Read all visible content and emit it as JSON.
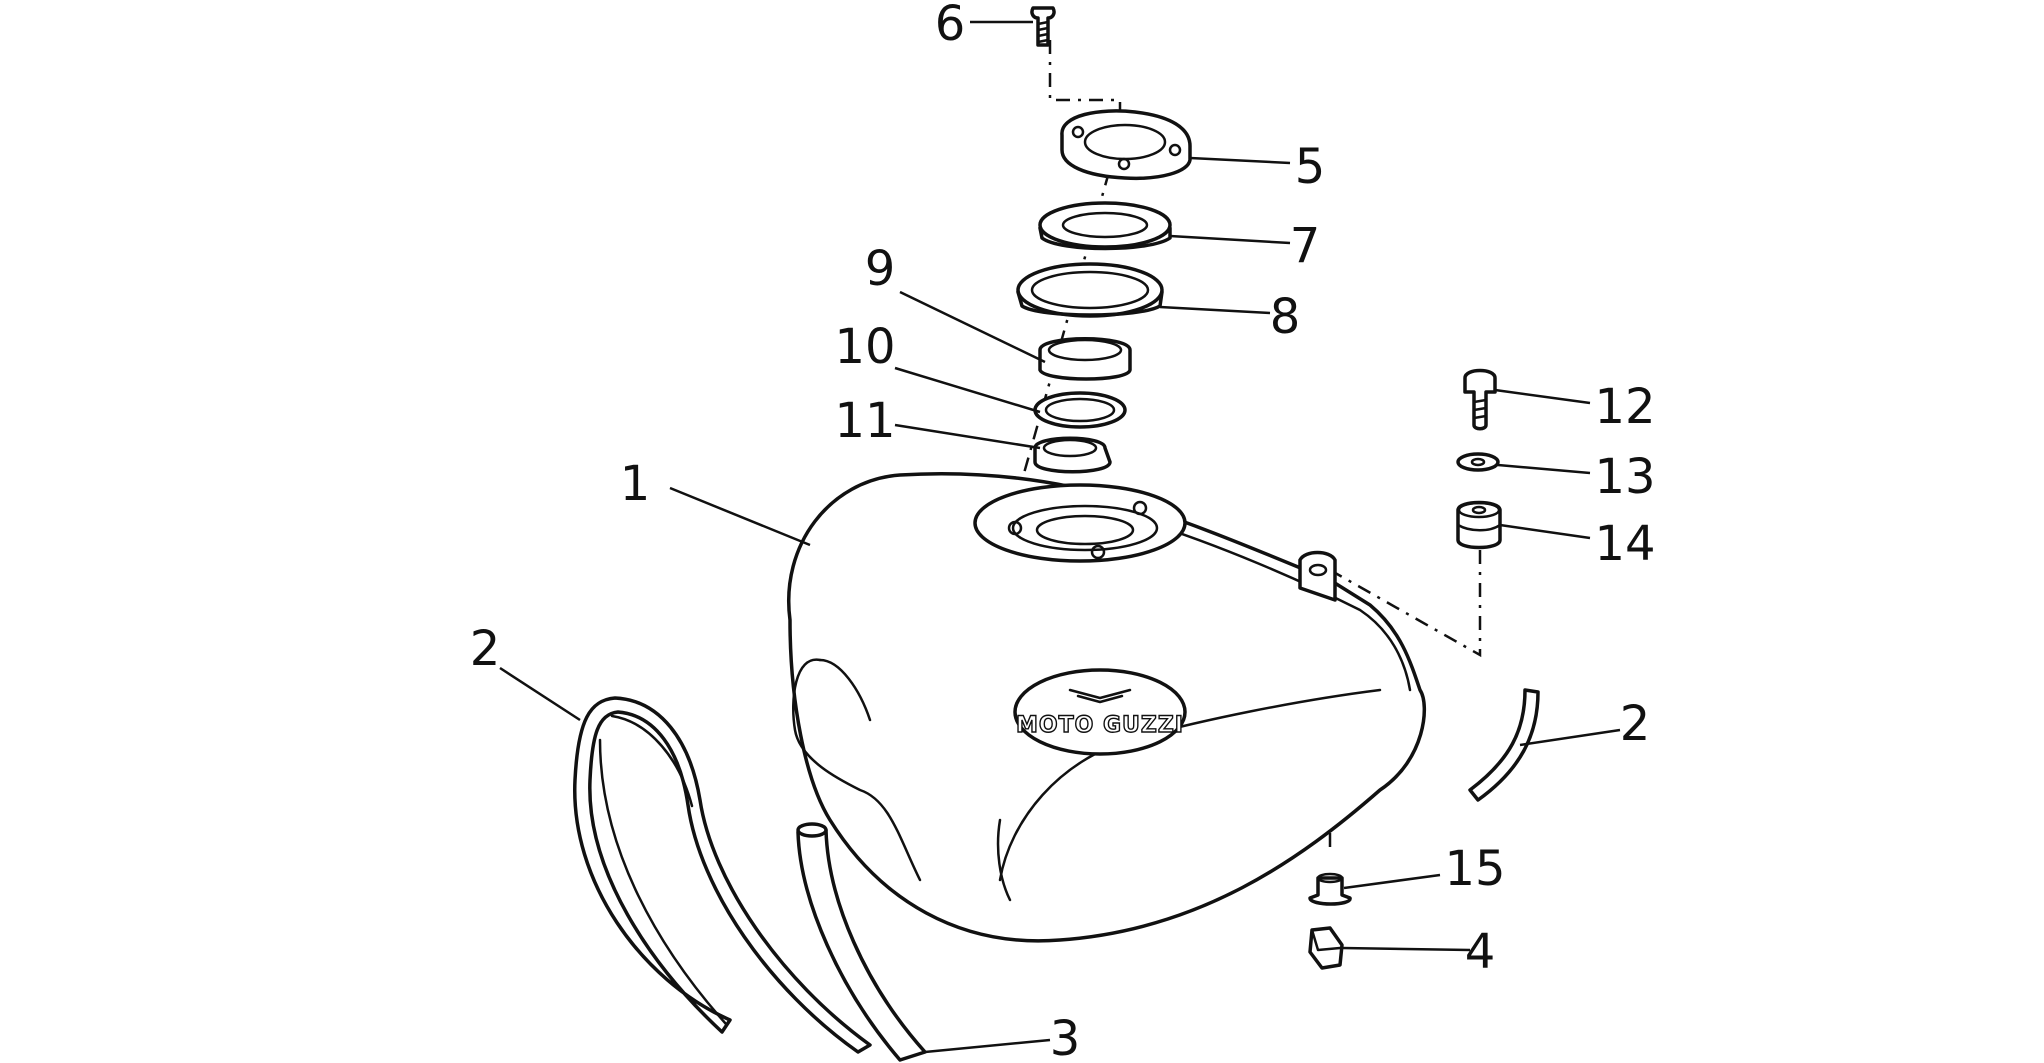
{
  "diagram": {
    "logo_text": "MOTO GUZZI",
    "callouts": [
      {
        "id": "c1",
        "label": "1"
      },
      {
        "id": "c2a",
        "label": "2"
      },
      {
        "id": "c2b",
        "label": "2"
      },
      {
        "id": "c3",
        "label": "3"
      },
      {
        "id": "c4",
        "label": "4"
      },
      {
        "id": "c5",
        "label": "5"
      },
      {
        "id": "c6",
        "label": "6"
      },
      {
        "id": "c7",
        "label": "7"
      },
      {
        "id": "c8",
        "label": "8"
      },
      {
        "id": "c9",
        "label": "9"
      },
      {
        "id": "c10",
        "label": "10"
      },
      {
        "id": "c11",
        "label": "11"
      },
      {
        "id": "c12",
        "label": "12"
      },
      {
        "id": "c13",
        "label": "13"
      },
      {
        "id": "c14",
        "label": "14"
      },
      {
        "id": "c15",
        "label": "15"
      }
    ]
  }
}
